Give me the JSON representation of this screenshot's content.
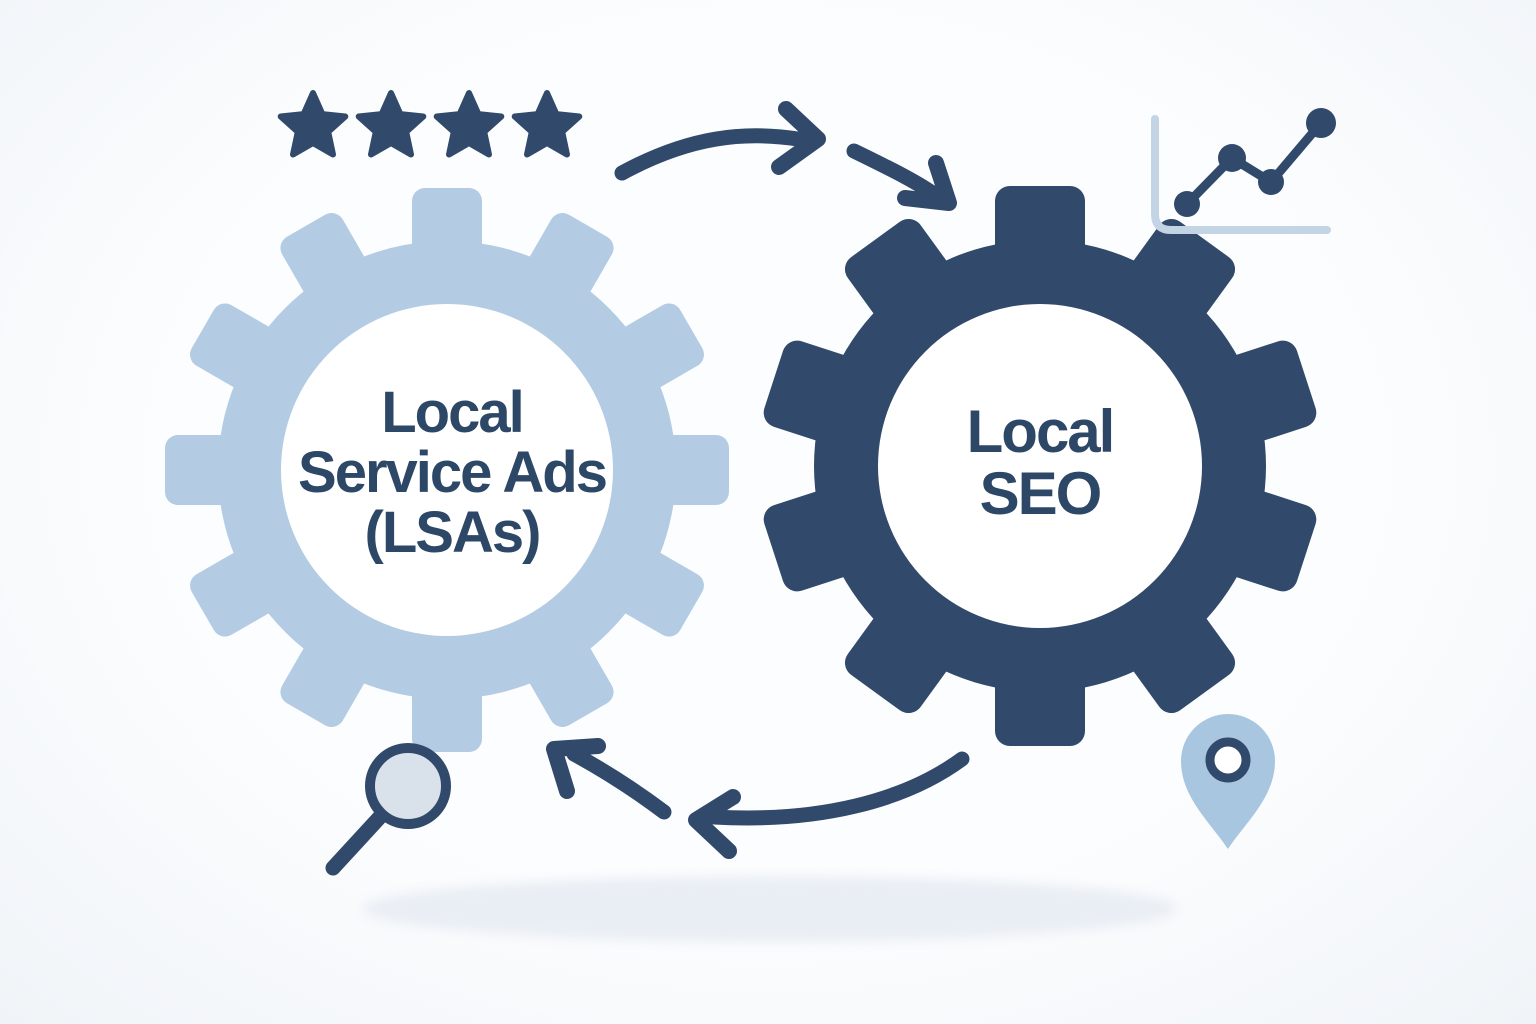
{
  "diagram": {
    "rating": {
      "stars_count": 4
    },
    "gear_lsa": {
      "lines": [
        "Local",
        "Service Ads",
        "(LSAs)"
      ]
    },
    "gear_seo": {
      "lines": [
        "Local",
        "SEO"
      ]
    }
  },
  "colors": {
    "navy": "#31496A",
    "lightblue": "#B3CCE3",
    "axisblue": "#C3D4E4",
    "pinblue": "#A9C6E0",
    "lensfill": "#D9E2EA",
    "textnavy": "#2D4767",
    "shadow": "#E9EEF4",
    "bg1": "#FCFDFE",
    "bg2": "#F0F4F8",
    "white": "#FFFFFF"
  }
}
